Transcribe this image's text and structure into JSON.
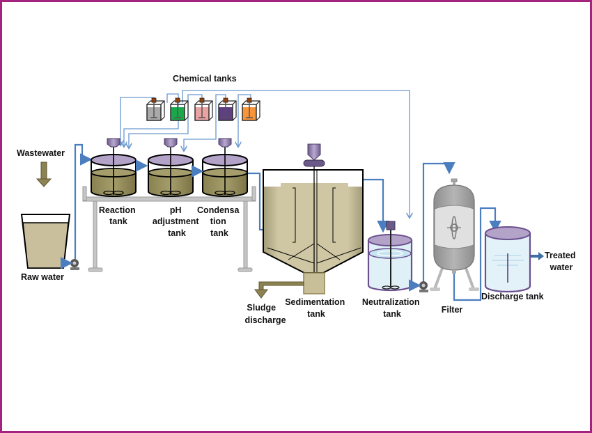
{
  "title": "Wastewater treatment process flow diagram",
  "colors": {
    "frame": "#a3237f",
    "pipe": "#4a7ebf",
    "pipe_thin": "#6a97cf",
    "sludge": "#c8bf98",
    "sludge_dark": "#8d8352",
    "mixer_lid": "#b4a3c9",
    "motor": "#6b5a88",
    "clean_water": "#dff0f7",
    "filter_grey": "#a6a6a6",
    "support_grey": "#b8b8b8"
  },
  "labels": {
    "chemical_tanks": "Chemical tanks",
    "wastewater": "Wastewater",
    "raw_water": "Raw water",
    "reaction_tank": [
      "Reaction",
      "tank"
    ],
    "ph_tank": [
      "pH",
      "adjustment",
      "tank"
    ],
    "condensation_tank": [
      "Condensa",
      "tion",
      "tank"
    ],
    "sedimentation_tank": [
      "Sedimentation",
      "tank"
    ],
    "sludge_discharge": [
      "Sludge",
      "discharge"
    ],
    "neutralization_tank": [
      "Neutralization",
      "tank"
    ],
    "filter": "Filter",
    "discharge_tank": "Discharge tank",
    "treated_water": [
      "Treated",
      "water"
    ]
  },
  "chemical_tanks": [
    {
      "name": "chemical-tank-grey",
      "color": "#a9a9a9"
    },
    {
      "name": "chemical-tank-green",
      "color": "#1aa84a"
    },
    {
      "name": "chemical-tank-pink",
      "color": "#e9a3a3"
    },
    {
      "name": "chemical-tank-purple",
      "color": "#5e3f80"
    },
    {
      "name": "chemical-tank-orange",
      "color": "#f7953a"
    }
  ]
}
